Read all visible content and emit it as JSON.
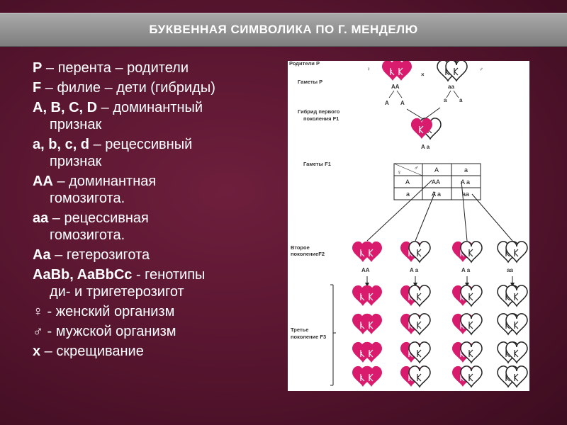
{
  "title": "БУКВЕННАЯ СИМВОЛИКА ПО Г. МЕНДЕЛЮ",
  "legend": [
    {
      "term": "P",
      "desc": " – перента – родители",
      "cont": ""
    },
    {
      "term": "F",
      "desc": " – филие – дети (гибриды)",
      "cont": ""
    },
    {
      "term": "A, B, C, D",
      "desc": " – доминантный",
      "cont": "признак"
    },
    {
      "term": "a, b, c, d",
      "desc": " – рецессивный",
      "cont": "признак"
    },
    {
      "term": "AA",
      "desc": " – доминантная",
      "cont": "гомозигота."
    },
    {
      "term": "аа",
      "desc": " – рецессивная",
      "cont": "гомозигота."
    },
    {
      "term": "Aa",
      "desc": " – гетерозигота",
      "cont": ""
    },
    {
      "term": "AaBb, AaBbCc",
      "desc": " - генотипы",
      "cont": "ди- и тригетерозигот"
    },
    {
      "term": "♀",
      "desc": " - женский организм",
      "cont": ""
    },
    {
      "term": "♂",
      "desc": " - мужской организм",
      "cont": ""
    },
    {
      "term": "x",
      "desc": " – скрещивание",
      "cont": ""
    }
  ],
  "figure": {
    "labels": {
      "parents": "Родители P",
      "gametes_p": "Гаметы Р",
      "hybrid": "Гибрид первого",
      "hybrid2": "поколения F1",
      "gametes_f1": "Гаметы  F1",
      "second": "Второе",
      "second2": "поколениеF2",
      "third": "Третье",
      "third2": "поколение F3"
    },
    "symbols": {
      "female": "♀",
      "male": "♂",
      "cross": "×"
    },
    "parent_genotypes": [
      "AA",
      "aa"
    ],
    "gamete_letters": [
      "A",
      "A",
      "a",
      "a"
    ],
    "f1_genotype": "A a",
    "punnett": {
      "header": [
        "A",
        "a"
      ],
      "rows": [
        [
          "A",
          "AA",
          "A a"
        ],
        [
          "a",
          "A a",
          "aa"
        ]
      ]
    },
    "f2_genotypes": [
      "AA",
      "A a",
      "A a",
      "aa"
    ]
  },
  "colors": {
    "dominant": "#d81b6c",
    "recessive": "#ffffff"
  }
}
